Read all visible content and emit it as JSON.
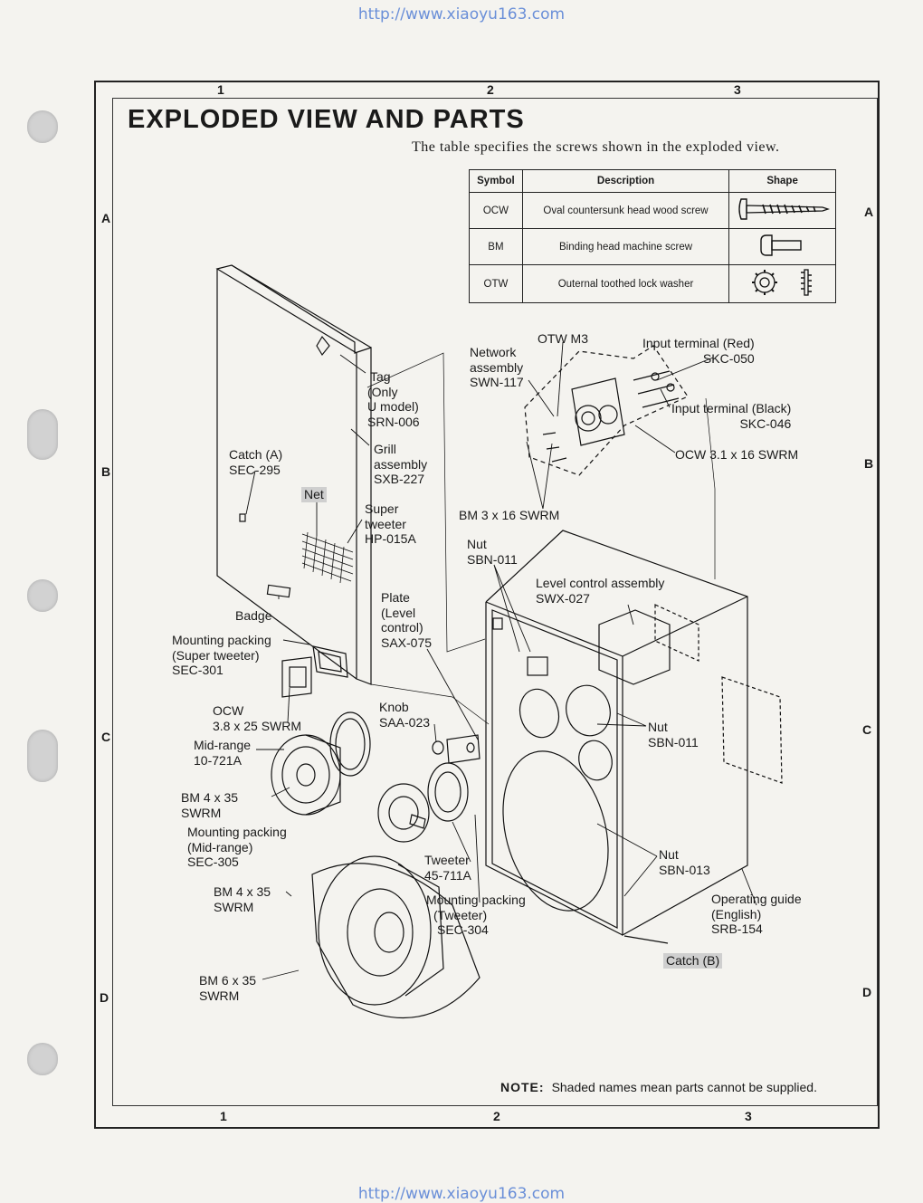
{
  "header": {
    "url_top": "http://www.xiaoyu163.com",
    "url_bottom": "http://www.xiaoyu163.com",
    "title": "EXPLODED VIEW AND PARTS",
    "subtitle": "The table specifies the screws shown in the exploded view."
  },
  "grid": {
    "columns": [
      "1",
      "2",
      "3"
    ],
    "rows": [
      "A",
      "B",
      "C",
      "D"
    ]
  },
  "screw_table": {
    "headers": [
      "Symbol",
      "Description",
      "Shape"
    ],
    "rows": [
      {
        "symbol": "OCW",
        "description": "Oval countersunk head wood screw",
        "shape_icon": "wood-screw-icon"
      },
      {
        "symbol": "BM",
        "description": "Binding head machine screw",
        "shape_icon": "machine-screw-icon"
      },
      {
        "symbol": "OTW",
        "description": "Outernal toothed lock washer",
        "shape_icon": "lock-washer-icon"
      }
    ]
  },
  "labels": {
    "otw_m3": "OTW M3",
    "network": [
      "Network",
      "assembly",
      "SWN-117"
    ],
    "input_red": [
      "Input terminal (Red)",
      "SKC-050"
    ],
    "input_black": [
      "Input terminal (Black)",
      "SKC-046"
    ],
    "ocw_31": "OCW 3.1 x 16 SWRM",
    "tag": [
      "Tag",
      "(Only",
      "U model)",
      "SRN-006"
    ],
    "grill": [
      "Grill",
      "assembly",
      "SXB-227"
    ],
    "catch_a": [
      "Catch (A)",
      "SEC-295"
    ],
    "net": "Net",
    "super_tweeter": [
      "Super",
      "tweeter",
      "HP-015A"
    ],
    "bm3": "BM 3 x 16 SWRM",
    "nut_top": [
      "Nut",
      "SBN-011"
    ],
    "level_control": [
      "Level control assembly",
      "SWX-027"
    ],
    "plate": [
      "Plate",
      "(Level",
      "control)",
      "SAX-075"
    ],
    "badge": "Badge",
    "mount_super": [
      "Mounting packing",
      "(Super tweeter)",
      "SEC-301"
    ],
    "ocw_38": [
      "OCW",
      "3.8 x 25 SWRM"
    ],
    "knob": [
      "Knob",
      "SAA-023"
    ],
    "nut_mid": [
      "Nut",
      "SBN-011"
    ],
    "midrange": [
      "Mid-range",
      "10-721A"
    ],
    "bm4_a": [
      "BM 4 x 35",
      "SWRM"
    ],
    "mount_mid": [
      "Mounting packing",
      "(Mid-range)",
      "SEC-305"
    ],
    "tweeter": [
      "Tweeter",
      "45-711A"
    ],
    "nut_bottom": [
      "Nut",
      "SBN-013"
    ],
    "bm4_b": [
      "BM 4 x 35",
      "SWRM"
    ],
    "mount_tweeter": [
      "Mounting packing",
      "(Tweeter)",
      "SEC-304"
    ],
    "guide": [
      "Operating guide",
      "(English)",
      "SRB-154"
    ],
    "catch_b": "Catch (B)",
    "bm6": [
      "BM 6 x 35",
      "SWRM"
    ]
  },
  "note": {
    "label": "NOTE:",
    "text": "Shaded names mean parts cannot be supplied."
  }
}
